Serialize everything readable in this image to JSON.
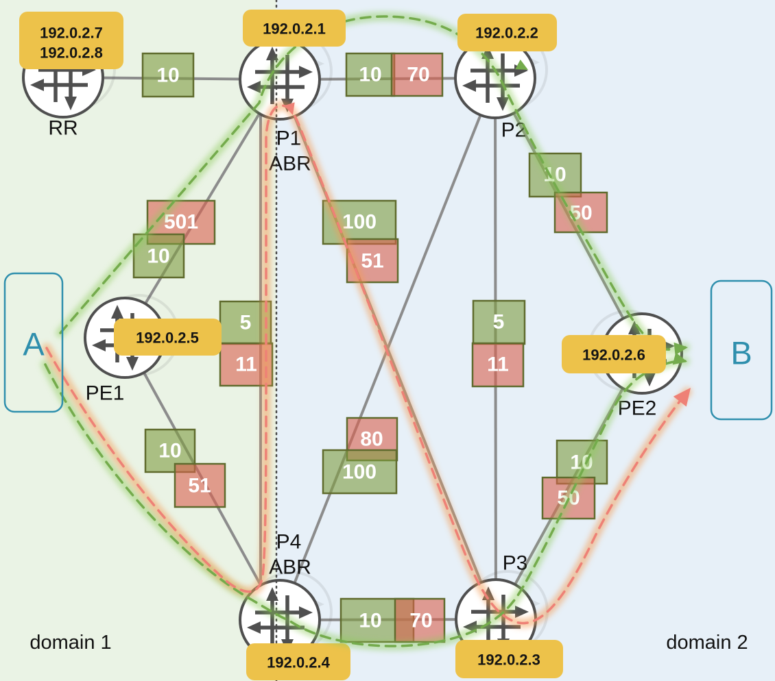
{
  "domains": {
    "d1": {
      "label": "domain 1"
    },
    "d2": {
      "label": "domain 2"
    }
  },
  "endpoints": {
    "a": {
      "label": "A"
    },
    "b": {
      "label": "B"
    }
  },
  "routers": {
    "rr": {
      "name": "RR",
      "ips": [
        "192.0.2.7",
        "192.0.2.8"
      ]
    },
    "p1": {
      "name": "P1",
      "role": "ABR",
      "ip": "192.0.2.1"
    },
    "p2": {
      "name": "P2",
      "ip": "192.0.2.2"
    },
    "pe1": {
      "name": "PE1",
      "ip": "192.0.2.5"
    },
    "pe2": {
      "name": "PE2",
      "ip": "192.0.2.6"
    },
    "p4": {
      "name": "P4",
      "role": "ABR",
      "ip": "192.0.2.4"
    },
    "p3": {
      "name": "P3",
      "ip": "192.0.2.3"
    }
  },
  "links": {
    "rr_p1": {
      "green": "10"
    },
    "p1_p2": {
      "green": "10",
      "red": "70"
    },
    "pe1_p1": {
      "red": "501",
      "green": "10"
    },
    "p1_p4": {
      "green": "5",
      "red": "11"
    },
    "p1_p3": {
      "green": "100",
      "red": "51"
    },
    "p2_p4": {
      "red": "80",
      "green": "100"
    },
    "p2_p3": {
      "green": "5",
      "red": "11"
    },
    "p2_pe2": {
      "green": "10",
      "red": "50"
    },
    "p3_pe2": {
      "green": "10",
      "red": "50"
    },
    "pe1_p4": {
      "green": "10",
      "red": "51"
    },
    "p4_p3": {
      "green": "10",
      "red": "70"
    }
  },
  "overlay_paths": {
    "green_top": {
      "via": "A - P1 - P2 - PE2 - B"
    },
    "green_bottom": {
      "via": "A - P4 - P3 - PE2 - B"
    },
    "red": {
      "via": "A - P4 - P1 - P3 - B"
    }
  },
  "colors": {
    "domain1_bg": "#eaf3e5",
    "domain2_bg": "#e7f0f8",
    "label_bg": "#edc24a",
    "endpoint": "#2f8fad",
    "link_gray": "#8c8c8c",
    "cost_green": "rgba(126,157,65,0.6)",
    "cost_red": "rgba(217,97,78,0.6)",
    "cost_border": "#5f6b2d",
    "path_green": "#74ab4c",
    "path_red": "#ee8176"
  }
}
